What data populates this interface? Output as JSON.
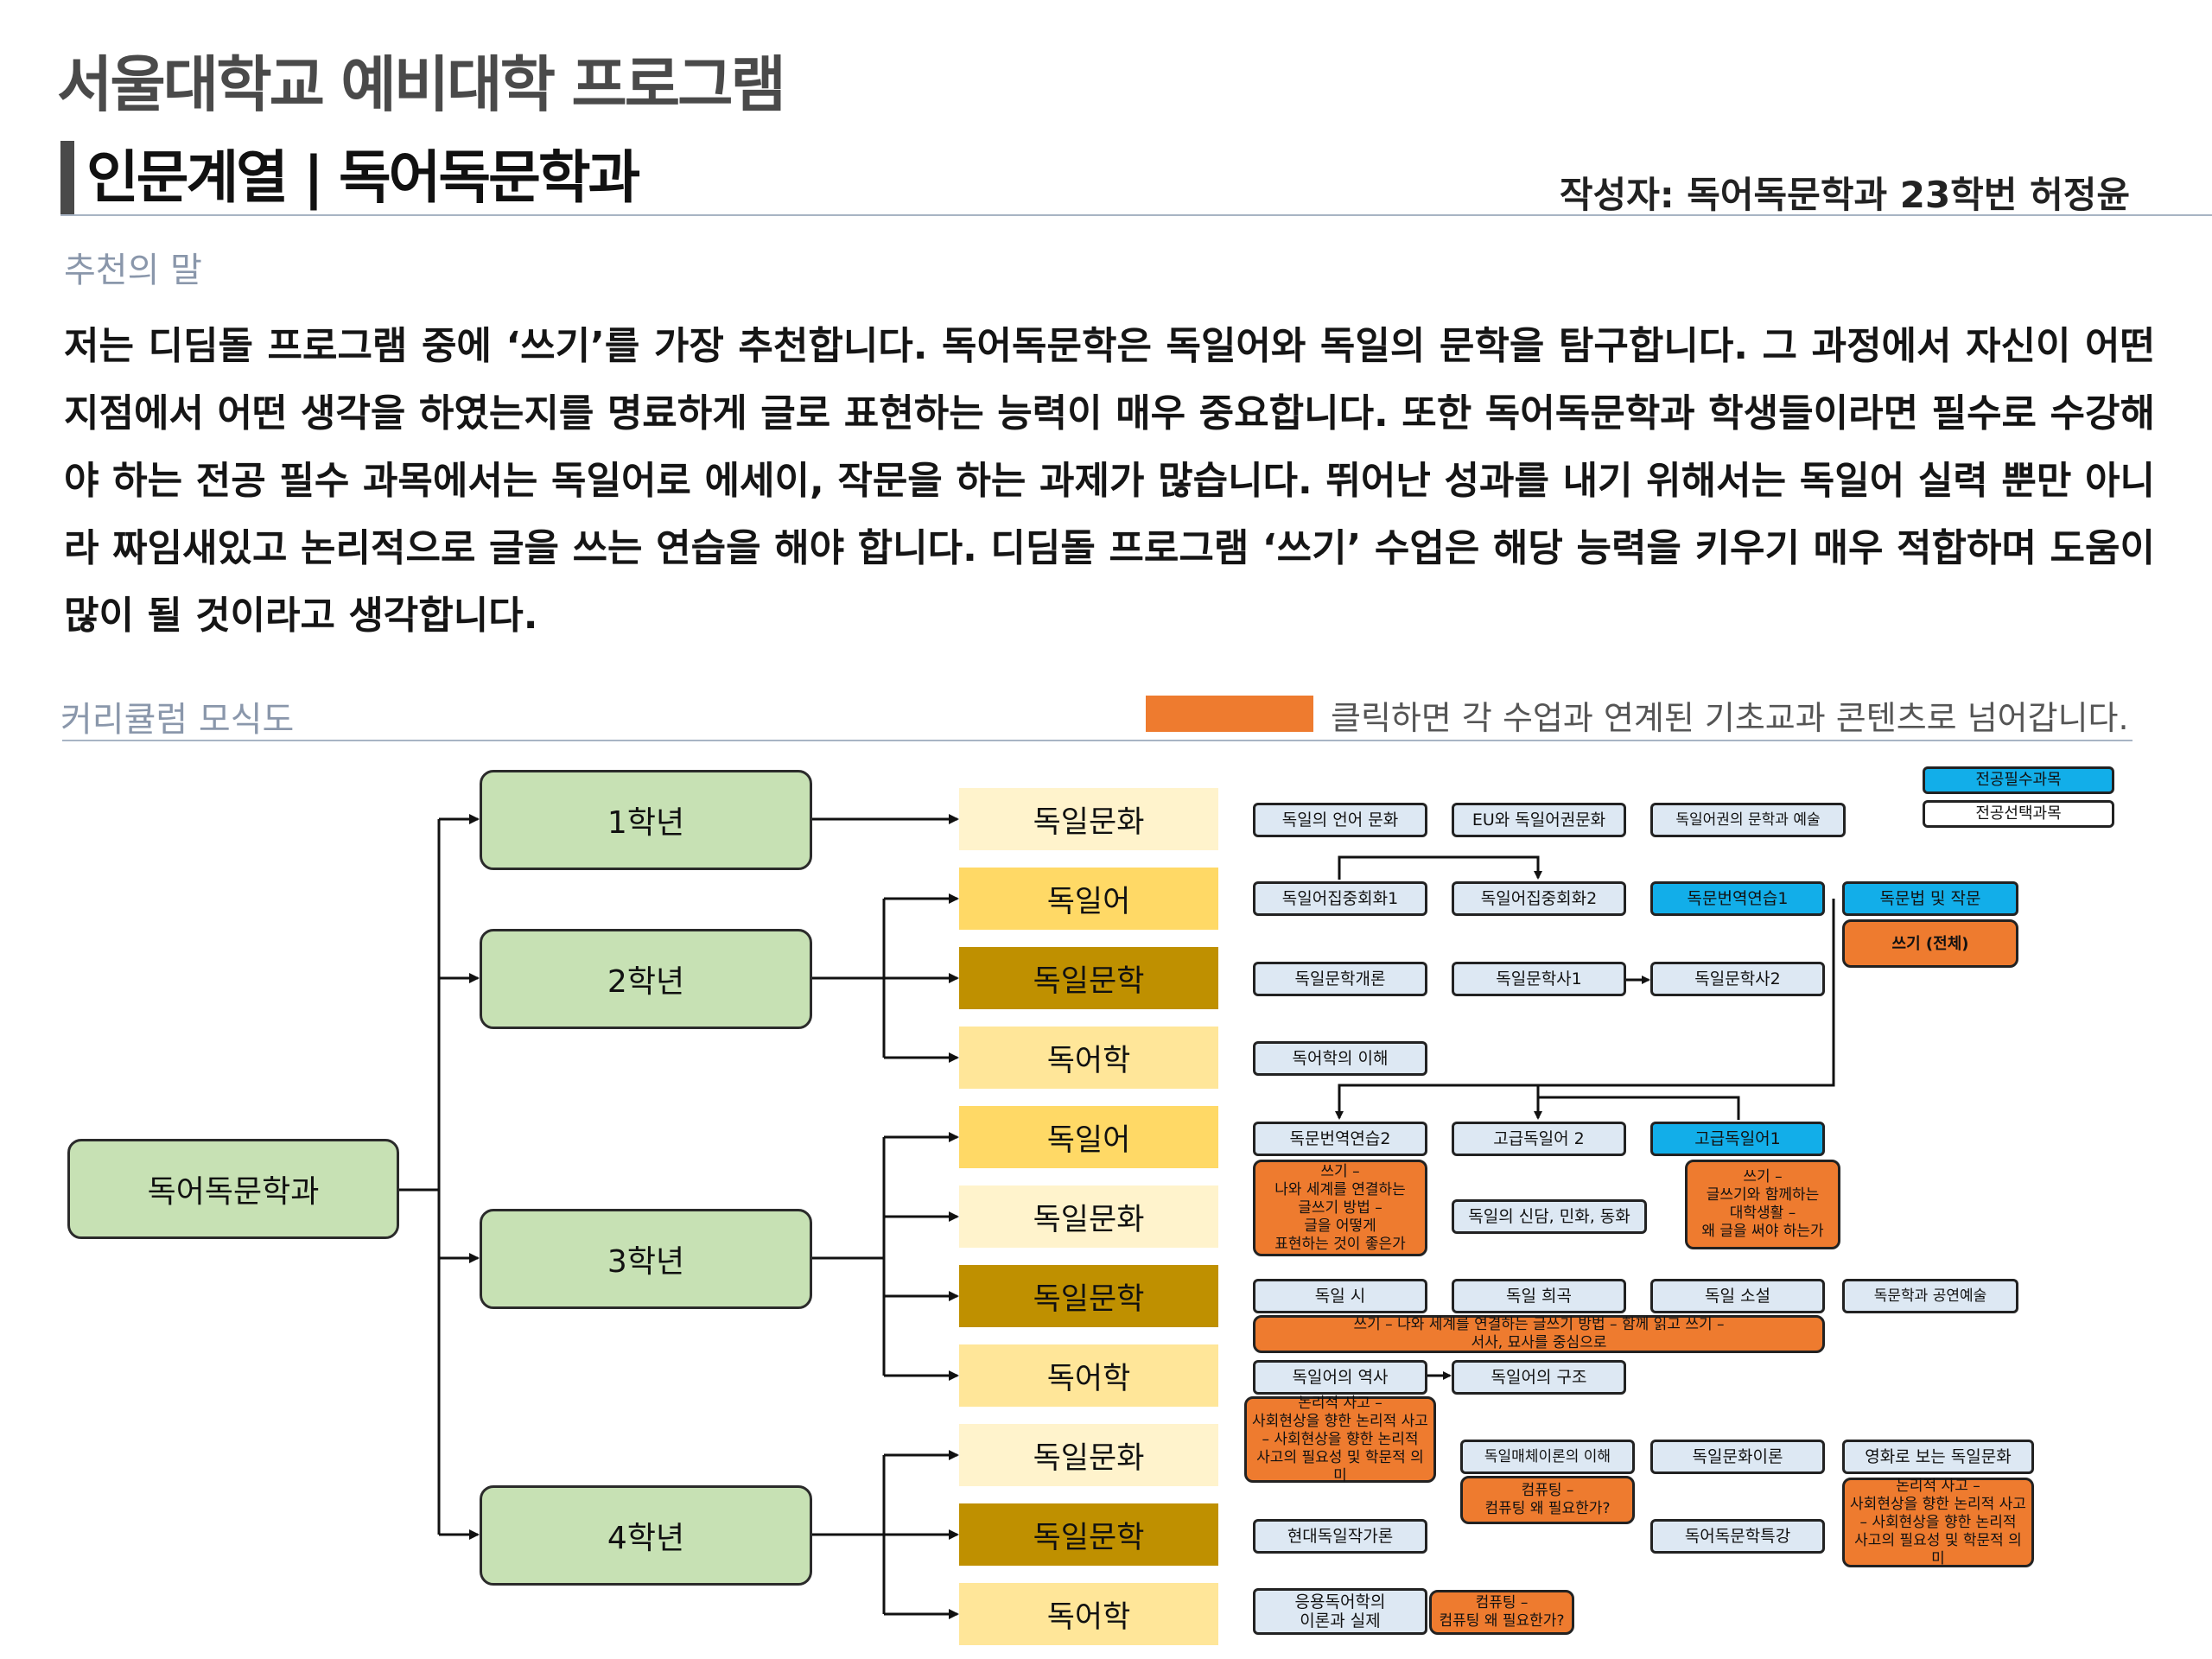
{
  "header": {
    "program_title": "서울대학교 예비대학 프로그램",
    "dept_title": "인문계열 | 독어독문학과",
    "author": "작성자: 독어독문학과 23학번 허정윤"
  },
  "recommend": {
    "heading": "추천의 말",
    "text": "저는 디딤돌 프로그램 중에 ‘쓰기’를 가장 추천합니다. 독어독문학은 독일어와 독일의 문학을 탐구합니다. 그 과정에서 자신이 어떤 지점에서 어떤 생각을 하였는지를 명료하게 글로 표현하는 능력이 매우 중요합니다. 또한 독어독문학과 학생들이라면 필수로 수강해야 하는 전공 필수 과목에서는 독일어로 에세이, 작문을 하는 과제가 많습니다. 뛰어난 성과를 내기 위해서는 독일어 실력 뿐만 아니라 짜임새있고 논리적으로 글을 쓰는 연습을 해야 합니다. 디딤돌 프로그램 ‘쓰기’ 수업은 해당 능력을 키우기 매우 적합하며 도움이 많이 될 것이라고 생각합니다."
  },
  "curriculum": {
    "heading": "커리큘럼 모식도",
    "legend_text": "클릭하면 각 수업과 연계된 기초교과 콘텐츠로 넘어갑니다.",
    "legend_required": "전공필수과목",
    "legend_elective": "전공선택과목",
    "root": "독어독문학과",
    "years": [
      "1학년",
      "2학년",
      "3학년",
      "4학년"
    ],
    "areas": {
      "y1_culture": "독일문화",
      "y2_language": "독일어",
      "y2_literature": "독일문학",
      "y2_linguistics": "독어학",
      "y3_language": "독일어",
      "y3_culture": "독일문화",
      "y3_literature": "독일문학",
      "y3_linguistics": "독어학",
      "y4_culture": "독일문화",
      "y4_literature": "독일문학",
      "y4_linguistics": "독어학"
    },
    "courses": {
      "c_lang_culture": "독일의 언어 문화",
      "c_eu": "EU와 독일어권문화",
      "c_art": "독일어권의 문학과 예술",
      "c_conv1": "독일어집중회화1",
      "c_conv2": "독일어집중회화2",
      "c_trans1": "독문번역연습1",
      "c_grammar": "독문법 및 작문",
      "w_all": "쓰기 (전체)",
      "c_lit_intro": "독일문학개론",
      "c_lit_hist1": "독일문학사1",
      "c_lit_hist2": "독일문학사2",
      "c_ling_intro": "독어학의 이해",
      "c_trans2": "독문번역연습2",
      "c_adv2": "고급독일어 2",
      "c_adv1": "고급독일어1",
      "w_connect_1": "쓰기 –",
      "w_connect_2": "나와 세계를 연결하는",
      "w_connect_3": "글쓰기 방법 –",
      "w_connect_4": "글을 어떻게",
      "w_connect_5": "표현하는 것이 좋은가",
      "c_myth": "독일의 신담, 민화, 동화",
      "w_thought_1": "쓰기 –",
      "w_thought_2": "글쓰기와 함께하는",
      "w_thought_3": "대학생활 –",
      "w_thought_4": "왜 글을 써야 하는가",
      "c_poetry": "독일 시",
      "c_drama": "독일 희곡",
      "c_novel": "독일 소설",
      "c_performance": "독문학과 공연예술",
      "w_read_1": "쓰기 – 나와 세계를 연결하는 글쓰기 방법 – 함께 읽고 쓰기 –",
      "w_read_2": "서사, 묘사를 중심으로",
      "c_lang_hist": "독일어의 역사",
      "c_lang_struct": "독일어의 구조",
      "w_logic_1": "논리적 사고 –",
      "w_logic_2": "사회현상을 향한 논리적 사고",
      "w_logic_3": "– 사회현상을 향한 논리적",
      "w_logic_4": "사고의 필요성 및 학문적 의미",
      "c_media": "독일매체이론의 이해",
      "c_culture_theory": "독일문화이론",
      "c_film": "영화로 보는 독일문화",
      "w_comp_1": "컴퓨팅 –",
      "w_comp_2": "컴퓨팅 왜 필요한가?",
      "c_modern": "현대독일작가론",
      "c_special": "독어독문학특강",
      "c_applied_1": "응용독어학의",
      "c_applied_2": "이론과 실제"
    }
  }
}
